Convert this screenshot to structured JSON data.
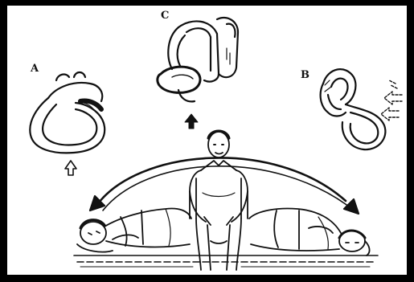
{
  "labels": {
    "a": "A",
    "b": "B",
    "c": "C"
  },
  "colors": {
    "ink": "#111111",
    "paper": "#ffffff",
    "frame": "#000000"
  },
  "icons": {
    "arrow_a": "hollow-up-arrow",
    "arrow_c": "solid-up-arrow",
    "arrows_b": "hollow-left-arrows",
    "rotation": "double-headed-curved-arrow"
  }
}
